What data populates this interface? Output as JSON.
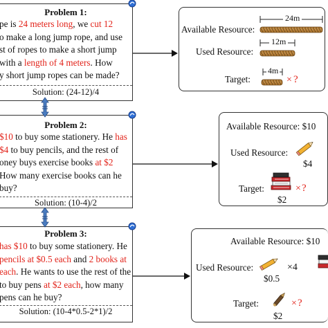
{
  "problems": [
    {
      "title": "Problem 1:",
      "lines": [
        {
          "parts": [
            {
              "t": "pe is ",
              "c": "k"
            },
            {
              "t": "24 meters long",
              "c": "r"
            },
            {
              "t": ", we ",
              "c": "k"
            },
            {
              "t": "cut 12",
              "c": "r"
            }
          ]
        },
        {
          "parts": [
            {
              "t": "o make a long jump rope, and use",
              "c": "k"
            }
          ]
        },
        {
          "parts": [
            {
              "t": "st of ropes to make a short jump",
              "c": "k"
            }
          ]
        },
        {
          "parts": [
            {
              "t": "with a ",
              "c": "k"
            },
            {
              "t": "length of 4 meters",
              "c": "r"
            },
            {
              "t": ". How",
              "c": "k"
            }
          ]
        },
        {
          "parts": [
            {
              "t": "y short jump ropes can be made?",
              "c": "k"
            }
          ]
        }
      ],
      "solution": "Solution: (24-12)/4"
    },
    {
      "title": "Problem 2:",
      "lines": [
        {
          "parts": [
            {
              "t": "$10",
              "c": "r"
            },
            {
              "t": " to buy some stationery. He ",
              "c": "k"
            },
            {
              "t": "has",
              "c": "r"
            }
          ]
        },
        {
          "parts": [
            {
              "t": "$4",
              "c": "r"
            },
            {
              "t": " to buy pencils, and the rest of",
              "c": "k"
            }
          ]
        },
        {
          "parts": [
            {
              "t": "oney buys exercise books ",
              "c": "k"
            },
            {
              "t": "at $2",
              "c": "r"
            }
          ]
        },
        {
          "parts": [
            {
              "t": "How many exercise books can he",
              "c": "k"
            }
          ]
        },
        {
          "parts": [
            {
              "t": "buy?",
              "c": "k"
            }
          ]
        }
      ],
      "solution": "Solution: (10-4)/2"
    },
    {
      "title": "Problem 3:",
      "lines": [
        {
          "parts": [
            {
              "t": "has $10",
              "c": "r"
            },
            {
              "t": " to buy some stationery. He",
              "c": "k"
            }
          ]
        },
        {
          "parts": [
            {
              "t": "pencils at $0.5 each",
              "c": "r"
            },
            {
              "t": " and ",
              "c": "k"
            },
            {
              "t": "2 books at",
              "c": "r"
            }
          ]
        },
        {
          "parts": [
            {
              "t": "each",
              "c": "r"
            },
            {
              "t": ". He wants to use the rest of the",
              "c": "k"
            }
          ]
        },
        {
          "parts": [
            {
              "t": "to buy pens ",
              "c": "k"
            },
            {
              "t": "at $2 each",
              "c": "r"
            },
            {
              "t": ", how many",
              "c": "k"
            }
          ]
        },
        {
          "parts": [
            {
              "t": "pens can he buy?",
              "c": "k"
            }
          ]
        }
      ],
      "solution": "Solution: (10-4*0.5-2*1)/2"
    }
  ],
  "resource_boxes": [
    {
      "available_label": "Available Resource:",
      "available_measure": "24m",
      "used_label": "Used Resource:",
      "used_measure": "12m",
      "target_label": "Target:",
      "target_measure": "4m",
      "target_times": "×",
      "target_question": "?"
    },
    {
      "available_label": "Available Resource: $10",
      "used_label": "Used Resource:",
      "used_price": "$4",
      "target_label": "Target:",
      "target_price": "$2",
      "target_times": "×",
      "target_question": "?"
    },
    {
      "available_label": "Available Resource: $10",
      "used_label": "Used Resource:",
      "used_price": "$0.5",
      "used_multiplier": "×4",
      "target_label": "Target:",
      "target_price": "$2",
      "target_times": "×",
      "target_question": "?"
    }
  ],
  "colors": {
    "highlight": "#e2231a",
    "rope": "#b07a35",
    "connector": "#4a7cc0",
    "scroll_icon": "#2f6fd6"
  },
  "icons": [
    "scroll-corner-icon",
    "rope-icon",
    "pencil-icon",
    "book-stack-icon",
    "pen-icon",
    "arrow-icon",
    "double-arrow-icon"
  ]
}
